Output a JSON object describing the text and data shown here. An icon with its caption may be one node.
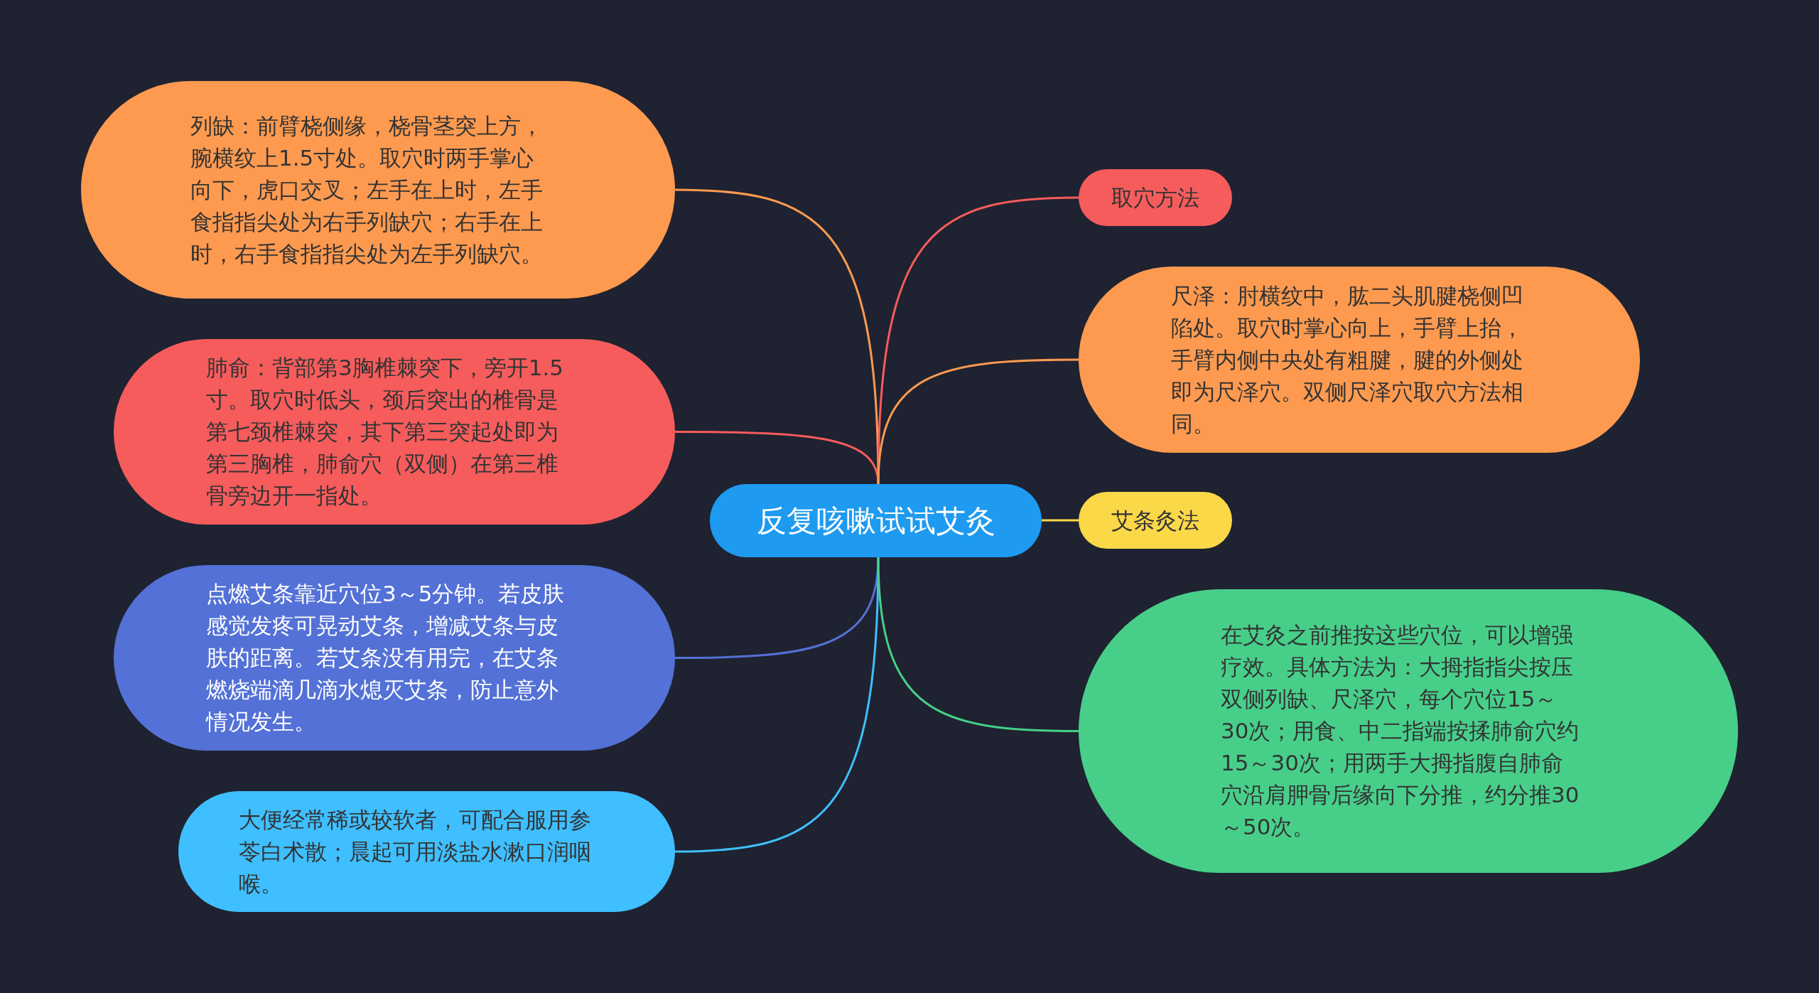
{
  "diagram": {
    "nodes": [
      {
        "text": [
          "反复咳嗽试试艾灸"
        ]
      },
      {
        "text": [
          "列缺：前臂桡侧缘，桡骨茎突上方，腕横纹上1.5寸处。取穴时两手掌心向下，虎口交叉；左手在上时，左手食指指尖处为右手列缺穴；右手在上时，右手食指指尖处为左手列缺穴。"
        ]
      },
      {
        "text": [
          "肺俞：背部第3胸椎棘突下，旁开1.5寸。取穴时低头，颈后突出的椎骨是第七颈椎棘突，其下第三突起处即为第三胸椎，肺俞穴（双侧）在第三椎骨旁边开一指处。"
        ]
      },
      {
        "text": [
          "点燃艾条靠近穴位3～5分钟。若皮肤感觉发疼可晃动艾条，增减艾条与皮肤的距离。若艾条没有用完，在艾条燃烧端滴几滴水熄灭艾条，防止意外情况发生。"
        ]
      },
      {
        "text": [
          "大便经常稀或较软者，可配合服用参苓白术散；晨起可用淡盐水漱口润咽喉。"
        ]
      },
      {
        "text": [
          "取穴方法"
        ]
      },
      {
        "text": [
          "尺泽：肘横纹中，肱二头肌腱桡侧凹陷处。取穴时掌心向上，手臂上抬，手臂内侧中央处有粗腱，腱的外侧处即为尺泽穴。双侧尺泽穴取穴方法相同。"
        ]
      },
      {
        "text": [
          "艾条灸法"
        ]
      },
      {
        "text": [
          "在艾灸之前推按这些穴位，可以增强疗效。具体方法为：大拇指指尖按压双侧列缺、尺泽穴，每个穴位15～30次；用食、中二指端按揉肺俞穴约15～30次；用两手大拇指腹自肺俞穴沿肩胛骨后缘向下分推，约分推30～50次。"
        ]
      }
    ],
    "edges": [
      {
        "from": 0,
        "to": 1,
        "arrow": "none",
        "color": "#fe9a50"
      },
      {
        "from": 0,
        "to": 2,
        "arrow": "none",
        "color": "#f65c5c"
      },
      {
        "from": 0,
        "to": 3,
        "arrow": "none",
        "color": "#5371d6"
      },
      {
        "from": 0,
        "to": 4,
        "arrow": "none",
        "color": "#3fbfff"
      },
      {
        "from": 0,
        "to": 5,
        "arrow": "none",
        "color": "#f65c5c"
      },
      {
        "from": 0,
        "to": 6,
        "arrow": "none",
        "color": "#fe9a50"
      },
      {
        "from": 0,
        "to": 7,
        "arrow": "none",
        "color": "#fbd848"
      },
      {
        "from": 0,
        "to": 8,
        "arrow": "none",
        "color": "#47cf8a"
      }
    ]
  }
}
